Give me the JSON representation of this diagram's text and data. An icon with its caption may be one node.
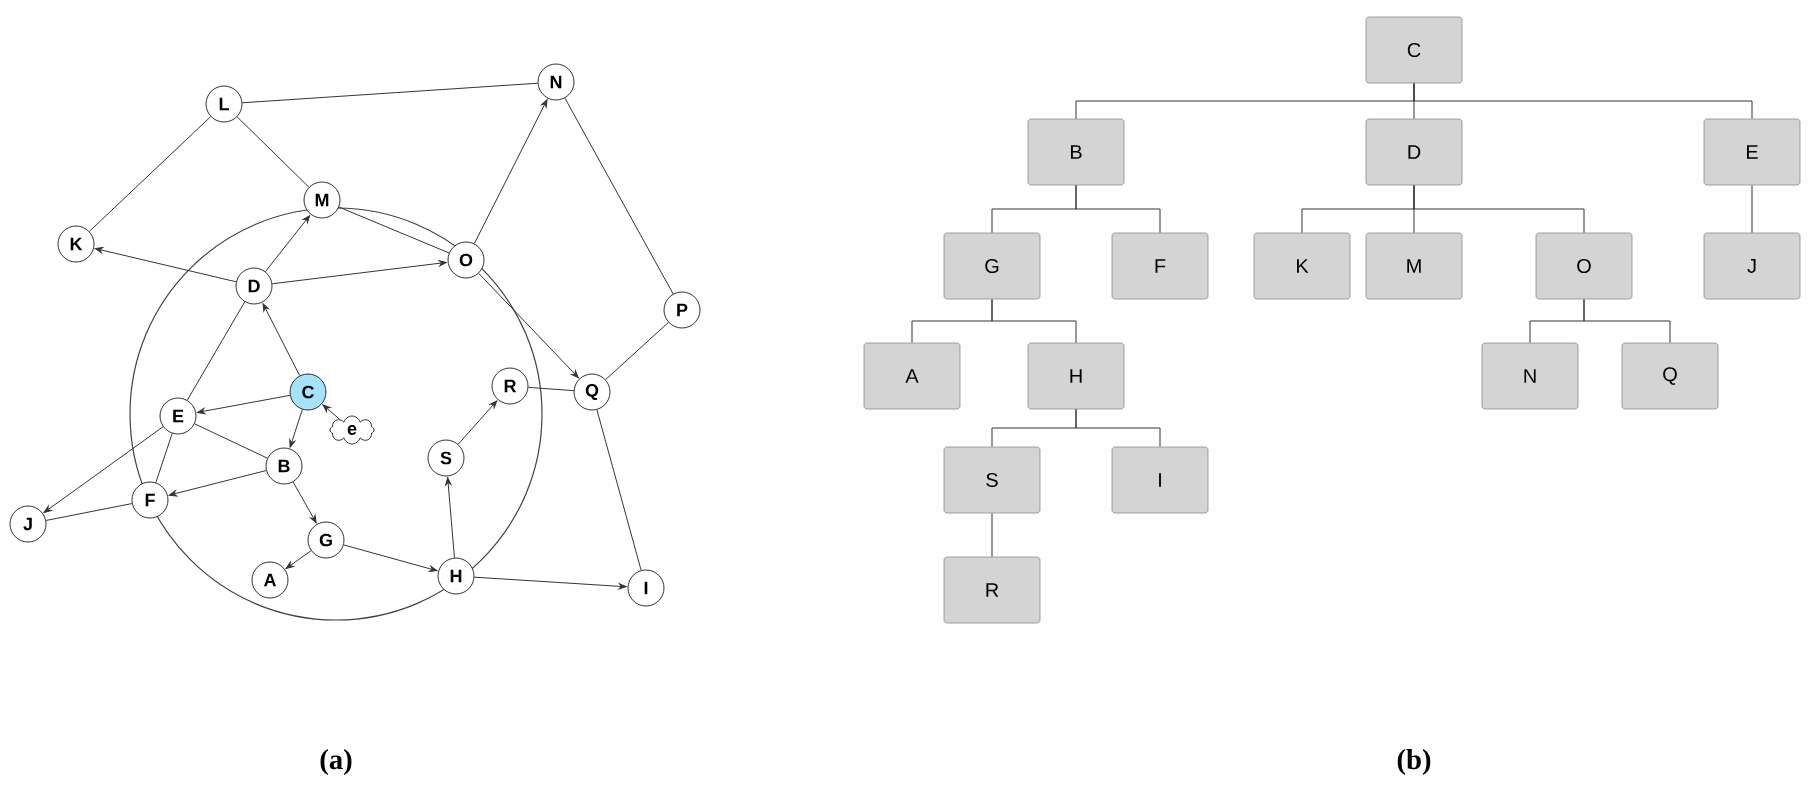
{
  "diagram": {
    "nodes": [
      {
        "text": [
          "L"
        ]
      },
      {
        "text": [
          "N"
        ]
      },
      {
        "text": [
          "M"
        ]
      },
      {
        "text": [
          "K"
        ]
      },
      {
        "text": [
          "D"
        ]
      },
      {
        "text": [
          "O"
        ]
      },
      {
        "text": [
          "P"
        ]
      },
      {
        "text": [
          "C"
        ]
      },
      {
        "text": [
          "e"
        ]
      },
      {
        "text": [
          "E"
        ]
      },
      {
        "text": [
          "R"
        ]
      },
      {
        "text": [
          "Q"
        ]
      },
      {
        "text": [
          "S"
        ]
      },
      {
        "text": [
          "B"
        ]
      },
      {
        "text": [
          "J"
        ]
      },
      {
        "text": [
          "F"
        ]
      },
      {
        "text": [
          "G"
        ]
      },
      {
        "text": [
          "A"
        ]
      },
      {
        "text": [
          "H"
        ]
      },
      {
        "text": [
          "I"
        ]
      },
      {
        "text": [
          "C"
        ]
      },
      {
        "text": [
          "B"
        ]
      },
      {
        "text": [
          "D"
        ]
      },
      {
        "text": [
          "E"
        ]
      },
      {
        "text": [
          "G"
        ]
      },
      {
        "text": [
          "F"
        ]
      },
      {
        "text": [
          "K"
        ]
      },
      {
        "text": [
          "M"
        ]
      },
      {
        "text": [
          "O"
        ]
      },
      {
        "text": [
          "J"
        ]
      },
      {
        "text": [
          "A"
        ]
      },
      {
        "text": [
          "H"
        ]
      },
      {
        "text": [
          "N"
        ]
      },
      {
        "text": [
          "Q"
        ]
      },
      {
        "text": [
          "S"
        ]
      },
      {
        "text": [
          "I"
        ]
      },
      {
        "text": [
          "R"
        ]
      }
    ],
    "edges": [
      {
        "from": 0,
        "to": 2,
        "arrow": "none"
      },
      {
        "from": 0,
        "to": 3,
        "arrow": "none"
      },
      {
        "from": 0,
        "to": 1,
        "arrow": "none"
      },
      {
        "from": 4,
        "to": 3,
        "arrow": "to"
      },
      {
        "from": 4,
        "to": 2,
        "arrow": "to"
      },
      {
        "from": 4,
        "to": 5,
        "arrow": "to"
      },
      {
        "from": 2,
        "to": 5,
        "arrow": "none"
      },
      {
        "from": 7,
        "to": 4,
        "arrow": "to"
      },
      {
        "from": 4,
        "to": 9,
        "arrow": "none"
      },
      {
        "from": 5,
        "to": 1,
        "arrow": "to"
      },
      {
        "from": 5,
        "to": 11,
        "arrow": "to"
      },
      {
        "from": 1,
        "to": 6,
        "arrow": "none"
      },
      {
        "from": 6,
        "to": 11,
        "arrow": "none"
      },
      {
        "from": 10,
        "to": 11,
        "arrow": "none"
      },
      {
        "from": 11,
        "to": 19,
        "arrow": "none"
      },
      {
        "from": 8,
        "to": 7,
        "arrow": "to"
      },
      {
        "from": 7,
        "to": 9,
        "arrow": "to"
      },
      {
        "from": 7,
        "to": 13,
        "arrow": "to"
      },
      {
        "from": 9,
        "to": 13,
        "arrow": "none"
      },
      {
        "from": 9,
        "to": 15,
        "arrow": "none"
      },
      {
        "from": 9,
        "to": 14,
        "arrow": "to"
      },
      {
        "from": 13,
        "to": 15,
        "arrow": "to"
      },
      {
        "from": 15,
        "to": 14,
        "arrow": "none"
      },
      {
        "from": 13,
        "to": 16,
        "arrow": "to"
      },
      {
        "from": 16,
        "to": 17,
        "arrow": "to"
      },
      {
        "from": 16,
        "to": 18,
        "arrow": "to"
      },
      {
        "from": 18,
        "to": 12,
        "arrow": "to"
      },
      {
        "from": 12,
        "to": 10,
        "arrow": "to"
      },
      {
        "from": 18,
        "to": 19,
        "arrow": "to"
      },
      {
        "from": 20,
        "to": 21,
        "arrow": "none"
      },
      {
        "from": 20,
        "to": 22,
        "arrow": "none"
      },
      {
        "from": 20,
        "to": 23,
        "arrow": "none"
      },
      {
        "from": 21,
        "to": 24,
        "arrow": "none"
      },
      {
        "from": 21,
        "to": 25,
        "arrow": "none"
      },
      {
        "from": 22,
        "to": 26,
        "arrow": "none"
      },
      {
        "from": 22,
        "to": 27,
        "arrow": "none"
      },
      {
        "from": 22,
        "to": 28,
        "arrow": "none"
      },
      {
        "from": 23,
        "to": 29,
        "arrow": "none"
      },
      {
        "from": 24,
        "to": 30,
        "arrow": "none"
      },
      {
        "from": 24,
        "to": 31,
        "arrow": "none"
      },
      {
        "from": 28,
        "to": 32,
        "arrow": "none"
      },
      {
        "from": 28,
        "to": 33,
        "arrow": "none"
      },
      {
        "from": 31,
        "to": 34,
        "arrow": "none"
      },
      {
        "from": 31,
        "to": 35,
        "arrow": "none"
      },
      {
        "from": 34,
        "to": 36,
        "arrow": "none"
      }
    ],
    "labels": [
      "(a)",
      "(b)"
    ]
  }
}
